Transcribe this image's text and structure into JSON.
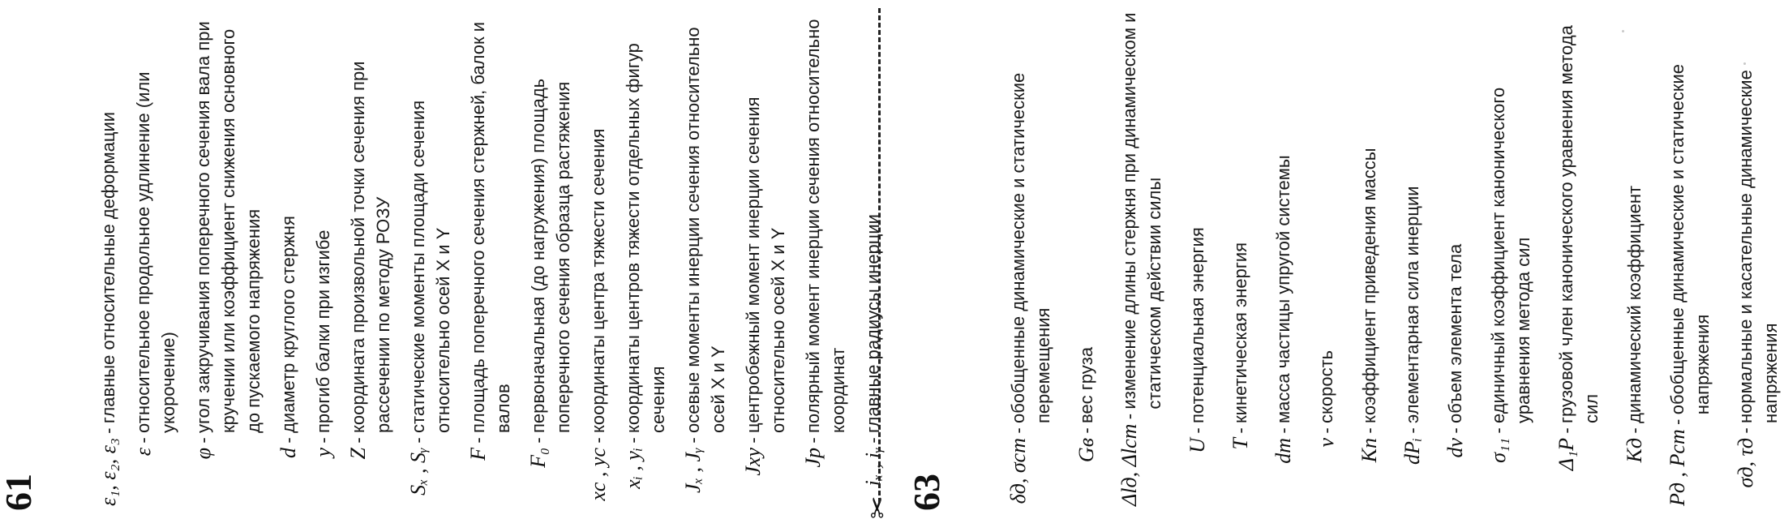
{
  "section61": {
    "number": "61",
    "entries": [
      {
        "symbol": "ε₁, ε₂, ε₃",
        "text": "главные относительные деформации"
      },
      {
        "symbol": "ε",
        "text": "относительное продольное удлинение (или укорочение)"
      },
      {
        "symbol": "φ",
        "text": "угол закручивания поперечного сечения вала при кручении или коэффициент снижения основного до пускаемого напряжения"
      },
      {
        "symbol": "d",
        "text": "диаметр круглого стержня"
      },
      {
        "symbol": "y",
        "text": "прогиб балки при изгибе"
      },
      {
        "symbol": "Z",
        "text": "координата произвольной точки сечения при рассечении по методу РОЗУ"
      },
      {
        "symbol": "Sₓ , Sᵧ",
        "text": "статические моменты площади сечения относительно осей X и Y"
      },
      {
        "symbol": "F",
        "text": "площадь поперечного сечения стержней, балок и валов"
      },
      {
        "symbol": "F₀",
        "text": "первоначальная (до нагружения) площадь поперечного сечения образца растяжения"
      },
      {
        "symbol": "xc , yc",
        "text": "координаты центра тяжести сечения"
      },
      {
        "symbol": "xᵢ , yᵢ",
        "text": "координаты центров тяжести отдельных фигур сечения"
      },
      {
        "symbol": "Jₓ , Jᵧ",
        "text": "осевые моменты инерции сечения относительно осей X и Y"
      },
      {
        "symbol": "Jxy",
        "text": "центробежный момент инерции сечения относительно осей X и Y"
      },
      {
        "symbol": "Jp",
        "text": "полярный момент инерции сечения относительно координат"
      },
      {
        "symbol": "iₓ , iᵧ",
        "text": "главные радиусы инерции"
      }
    ]
  },
  "section63": {
    "number": "63",
    "entries": [
      {
        "symbol": "δд, σст",
        "text": "обобщенные динамические и статические перемещения"
      },
      {
        "symbol": "Gв",
        "text": "вес груза"
      },
      {
        "symbol": "Δlд, Δlст",
        "text": "изменение длины стержня при динамическом и статическом действии силы"
      },
      {
        "symbol": "U",
        "text": "потенциальная энергия"
      },
      {
        "symbol": "T",
        "text": "кинетическая энергия"
      },
      {
        "symbol": "dm",
        "text": "масса частицы упругой системы"
      },
      {
        "symbol": "v",
        "text": "скорость"
      },
      {
        "symbol": "Kп",
        "text": "коэффициент приведения массы"
      },
      {
        "symbol": "dPᵢ",
        "text": "элементарная сила инерции"
      },
      {
        "symbol": "dv",
        "text": "объем элемента тела"
      },
      {
        "symbol": "σ₁₁",
        "text": "единичный коэффициент канонического уравнения метода сил"
      },
      {
        "symbol": "Δ₁P",
        "text": "грузовой член канонического уравнения метода сил"
      },
      {
        "symbol": "Kд",
        "text": "динамический коэффициент"
      },
      {
        "symbol": "Pд , Pст",
        "text": "обобщенные динамические и статические напряжения"
      },
      {
        "symbol": "σд, τд",
        "text": "нормальные и касательные динамические напряжения"
      }
    ]
  },
  "cut_mark": "✂",
  "colors": {
    "ink": "#1a1a1a",
    "background": "#ffffff"
  }
}
